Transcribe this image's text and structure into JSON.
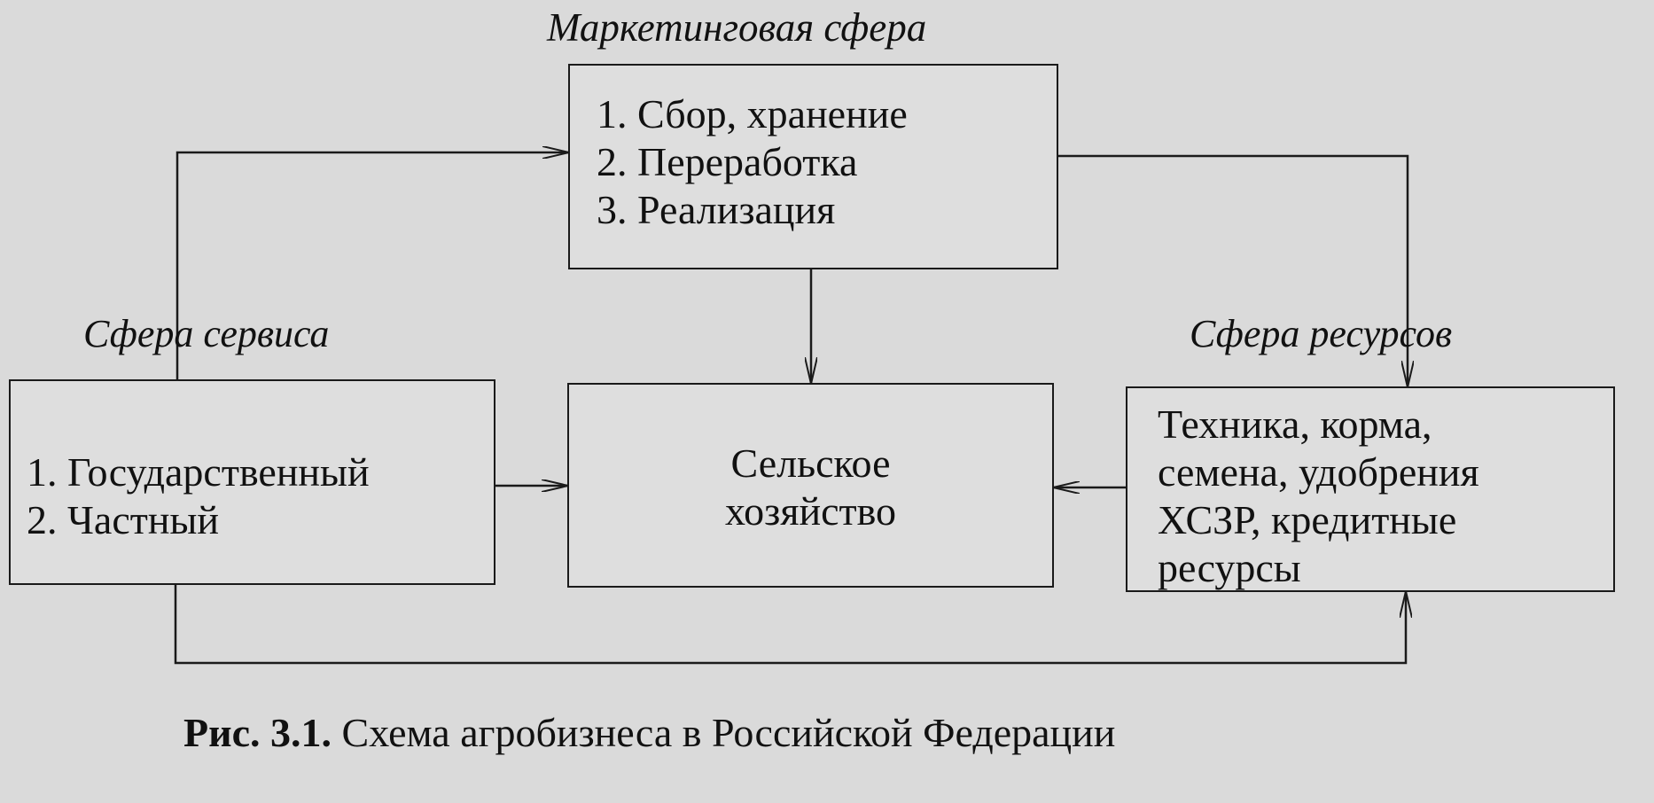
{
  "diagram": {
    "marketing": {
      "label": "Маркетинговая сфера",
      "items": [
        "1. Сбор, хранение",
        "2. Переработка",
        "3. Реализация"
      ]
    },
    "farming": {
      "lines": [
        "Сельское",
        "хозяйство"
      ]
    },
    "service": {
      "label": "Сфера сервиса",
      "items": [
        "1. Государственный",
        "2. Частный"
      ]
    },
    "resources": {
      "label": "Сфера ресурсов",
      "lines": [
        "Техника, корма,",
        "семена, удобрения",
        "ХСЗР, кредитные",
        "ресурсы"
      ]
    },
    "edges": [
      {
        "from": "service",
        "to": "marketing"
      },
      {
        "from": "marketing",
        "to": "farming"
      },
      {
        "from": "marketing",
        "to": "resources"
      },
      {
        "from": "service",
        "to": "farming"
      },
      {
        "from": "resources",
        "to": "farming"
      },
      {
        "from": "service",
        "to": "resources"
      }
    ]
  },
  "caption": {
    "number": "Рис. 3.1.",
    "text": " Схема агробизнеса в Российской Федерации"
  },
  "colors": {
    "background": "#dadada",
    "ink": "#111111"
  }
}
